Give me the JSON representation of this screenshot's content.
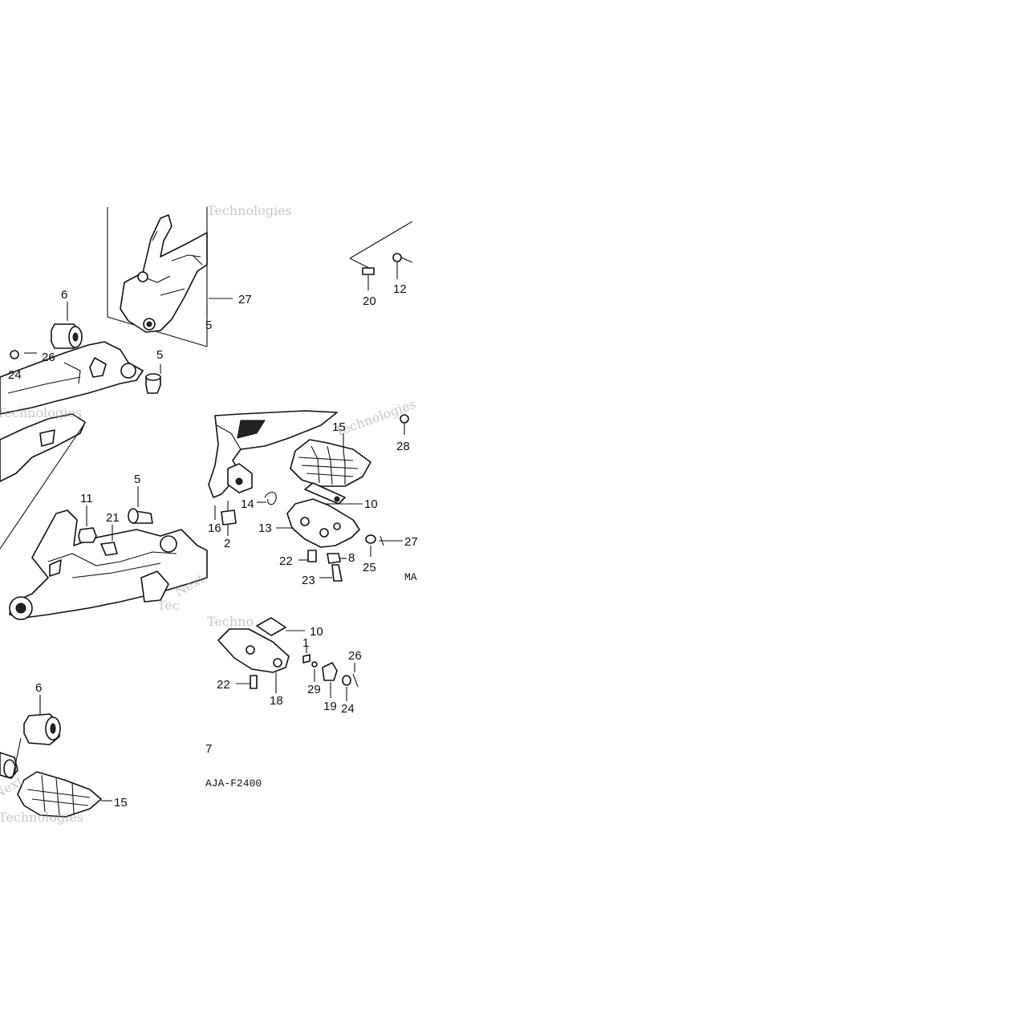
{
  "diagram": {
    "code": "AJA-F2400",
    "tile_fragments": [
      "7",
      "MA"
    ],
    "callouts": [
      {
        "id": "c20",
        "text": "20"
      },
      {
        "id": "c12",
        "text": "12"
      },
      {
        "id": "c27a",
        "text": "27"
      },
      {
        "id": "c5a",
        "text": "5"
      },
      {
        "id": "c6a",
        "text": "6"
      },
      {
        "id": "c26a",
        "text": "26"
      },
      {
        "id": "c24a",
        "text": "24"
      },
      {
        "id": "c5b",
        "text": "5"
      },
      {
        "id": "c15a",
        "text": "15"
      },
      {
        "id": "c28",
        "text": "28"
      },
      {
        "id": "c10a",
        "text": "10"
      },
      {
        "id": "c14",
        "text": "14"
      },
      {
        "id": "c16",
        "text": "16"
      },
      {
        "id": "c2",
        "text": "2"
      },
      {
        "id": "c13",
        "text": "13"
      },
      {
        "id": "c22a",
        "text": "22"
      },
      {
        "id": "c8",
        "text": "8"
      },
      {
        "id": "c25",
        "text": "25"
      },
      {
        "id": "c27b",
        "text": "27"
      },
      {
        "id": "c23",
        "text": "23"
      },
      {
        "id": "c11",
        "text": "11"
      },
      {
        "id": "c21",
        "text": "21"
      },
      {
        "id": "c5c",
        "text": "5"
      },
      {
        "id": "c10b",
        "text": "10"
      },
      {
        "id": "c1",
        "text": "1"
      },
      {
        "id": "c26b",
        "text": "26"
      },
      {
        "id": "c22b",
        "text": "22"
      },
      {
        "id": "c29",
        "text": "29"
      },
      {
        "id": "c18",
        "text": "18"
      },
      {
        "id": "c19",
        "text": "19"
      },
      {
        "id": "c24b",
        "text": "24"
      },
      {
        "id": "c6b",
        "text": "6"
      },
      {
        "id": "c15b",
        "text": "15"
      }
    ]
  },
  "watermarks": [
    "Technologies",
    "Technologies",
    "Technologies",
    "Technologies",
    "Next",
    "Tec",
    "Next",
    "Techno"
  ]
}
